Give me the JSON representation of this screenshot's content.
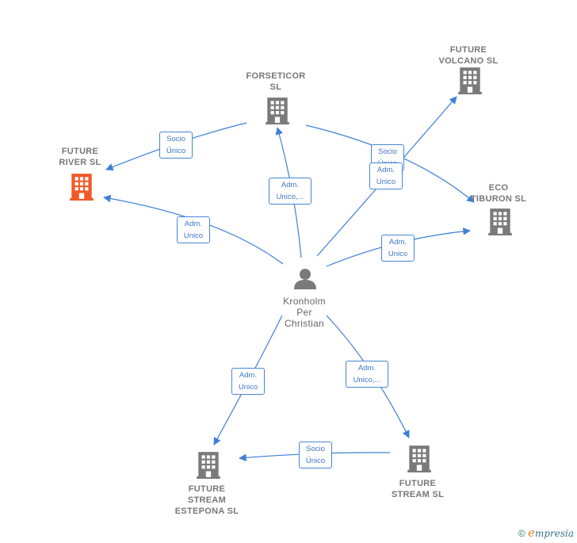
{
  "colors": {
    "edge": "#3f7fd6",
    "building": "#7a7a7a",
    "building_main": "#f05a28",
    "person": "#7a7a7a"
  },
  "nodes": [
    {
      "id": "forseticor",
      "label": "FORSETICOR\nSL",
      "type": "company"
    },
    {
      "id": "future-volcano",
      "label": "FUTURE\nVOLCANO  SL",
      "type": "company"
    },
    {
      "id": "future-river",
      "label": "FUTURE\nRIVER  SL",
      "type": "company-main"
    },
    {
      "id": "eco-tiburon",
      "label": "ECO\nTIBURON  SL",
      "type": "company"
    },
    {
      "id": "kronholm",
      "label": "Kronholm\nPer\nChristian",
      "type": "person"
    },
    {
      "id": "future-stream-estepona",
      "label": "FUTURE\nSTREAM\nESTEPONA  SL",
      "type": "company"
    },
    {
      "id": "future-stream",
      "label": "FUTURE\nSTREAM  SL",
      "type": "company"
    }
  ],
  "edges": [
    {
      "from": "forseticor",
      "to": "future-river",
      "label": "Socio\nÚnico"
    },
    {
      "from": "forseticor",
      "to": "eco-tiburon",
      "label": "Socio\nÚnico"
    },
    {
      "from": "kronholm",
      "to": "future-river",
      "label": "Adm.\nUnico"
    },
    {
      "from": "kronholm",
      "to": "forseticor",
      "label": "Adm.\nUnico,..."
    },
    {
      "from": "kronholm",
      "to": "future-volcano",
      "label": "Adm.\nUnico"
    },
    {
      "from": "kronholm",
      "to": "eco-tiburon",
      "label": "Adm.\nUnico"
    },
    {
      "from": "kronholm",
      "to": "future-stream-estepona",
      "label": "Adm.\nUnico"
    },
    {
      "from": "kronholm",
      "to": "future-stream",
      "label": "Adm.\nUnico,..."
    },
    {
      "from": "future-stream",
      "to": "future-stream-estepona",
      "label": "Socio\nÚnico"
    }
  ],
  "footer": {
    "copyright": "©",
    "brand_initial": "e",
    "brand_rest": "mpresia"
  }
}
